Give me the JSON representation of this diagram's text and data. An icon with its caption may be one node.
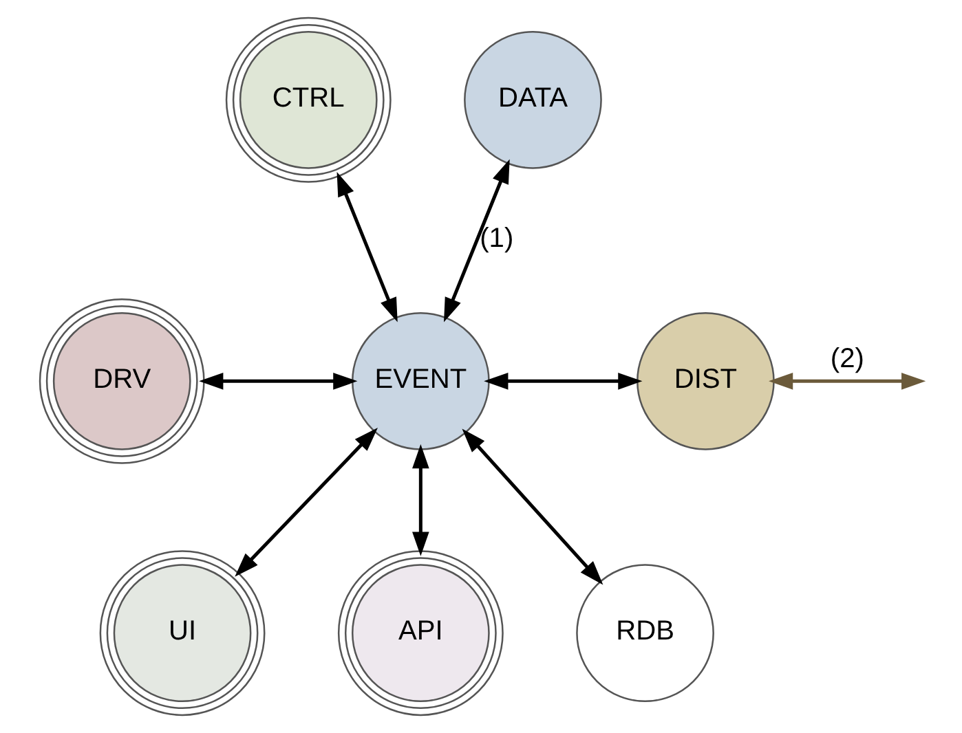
{
  "diagram": {
    "nodes": [
      {
        "text": [
          "CTRL"
        ]
      },
      {
        "text": [
          "DATA"
        ]
      },
      {
        "text": [
          "DRV"
        ]
      },
      {
        "text": [
          "EVENT"
        ]
      },
      {
        "text": [
          "DIST"
        ]
      },
      {
        "text": [
          "UI"
        ]
      },
      {
        "text": [
          "API"
        ]
      },
      {
        "text": [
          "RDB"
        ]
      }
    ],
    "edges": [
      {
        "from": 0,
        "to": 3,
        "arrow": "both"
      },
      {
        "from": 1,
        "to": 3,
        "arrow": "both",
        "label": "(1)"
      },
      {
        "from": 2,
        "to": 3,
        "arrow": "both"
      },
      {
        "from": 3,
        "to": 4,
        "arrow": "both"
      },
      {
        "from": 4,
        "to": null,
        "arrow": "both",
        "label": "(2)",
        "color": "#6b5a3a"
      },
      {
        "from": 3,
        "to": 5,
        "arrow": "both"
      },
      {
        "from": 3,
        "to": 6,
        "arrow": "both"
      },
      {
        "from": 3,
        "to": 7,
        "arrow": "both"
      }
    ]
  }
}
